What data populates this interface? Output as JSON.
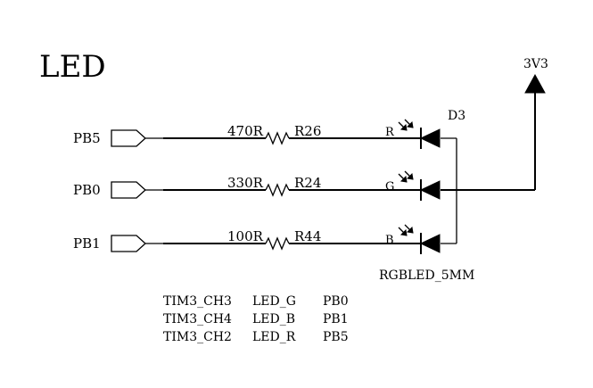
{
  "title": "LED",
  "power": {
    "label": "3V3"
  },
  "led": {
    "ref": "D3",
    "part": "RGBLED_5MM"
  },
  "channels": [
    {
      "net": "PB5",
      "value": "470R",
      "ref": "R26",
      "pin": "R"
    },
    {
      "net": "PB0",
      "value": "330R",
      "ref": "R24",
      "pin": "G"
    },
    {
      "net": "PB1",
      "value": "100R",
      "ref": "R44",
      "pin": "B"
    }
  ],
  "mapping_table": [
    [
      "TIM3_CH3",
      "LED_G",
      "PB0"
    ],
    [
      "TIM3_CH4",
      "LED_B",
      "PB1"
    ],
    [
      "TIM3_CH2",
      "LED_R",
      "PB5"
    ]
  ]
}
